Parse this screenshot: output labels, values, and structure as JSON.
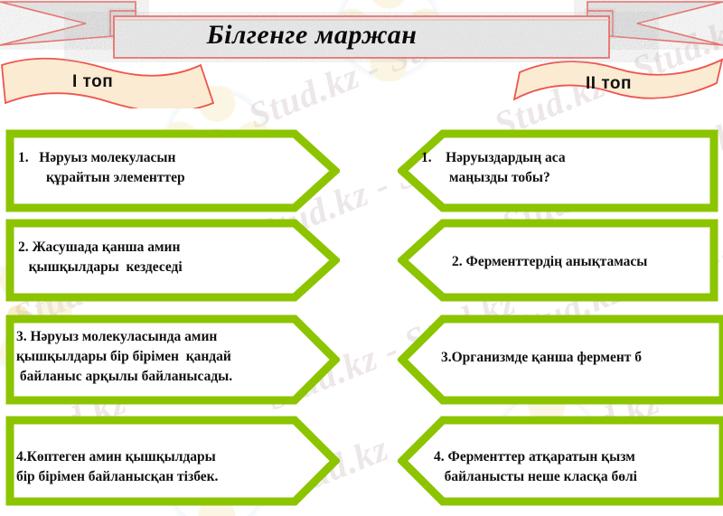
{
  "title_banner": {
    "title": "Білгенге маржан",
    "outline_color": "#F0544C",
    "fill_color": "#EDEDED"
  },
  "teams": {
    "left": {
      "label": "I топ"
    },
    "right": {
      "label": "II топ"
    },
    "banner_fill": "#FAEBD2",
    "banner_outline": "#F0544C"
  },
  "accent": {
    "arrow_border": "#8CC400",
    "arrow_fill": "#FFFFFF",
    "text_color": "#111111"
  },
  "left_column": {
    "items": [
      {
        "n": "1.",
        "line1": "1.   Нәруыз молекуласын",
        "line2": "        құрайтын элементтер"
      },
      {
        "n": "2.",
        "line1": "2. Жасушада қанша амин",
        "line2": "   қышқылдары  кездеседі"
      },
      {
        "n": "3.",
        "line1": "3. Нәруыз молекуласында амин",
        "line2": "қышқылдары бір бірімен  қандай",
        "line3": " байланыс арқылы байланысады."
      },
      {
        "n": "4.",
        "line1": "4.Көптеген амин қышқылдары",
        "line2": "бір бірімен байланысқан тізбек."
      }
    ]
  },
  "right_column": {
    "items": [
      {
        "n": "1.",
        "line1": "1.    Нәруыздардың аса",
        "line2": "        маңызды тобы?"
      },
      {
        "n": "2.",
        "line1": "2. Ферменттердің анықтамасы"
      },
      {
        "n": "3.",
        "line1": "3.Организмде қанша фермент б"
      },
      {
        "n": "4.",
        "line1": "4. Ферменттер атқаратын қызм",
        "line2": "   байланысты неше класқа бөлі"
      }
    ]
  },
  "watermark": {
    "text": "Stud.kz - Stud.kz",
    "short": "Stud.kz",
    "color": "#CBB9B9"
  }
}
